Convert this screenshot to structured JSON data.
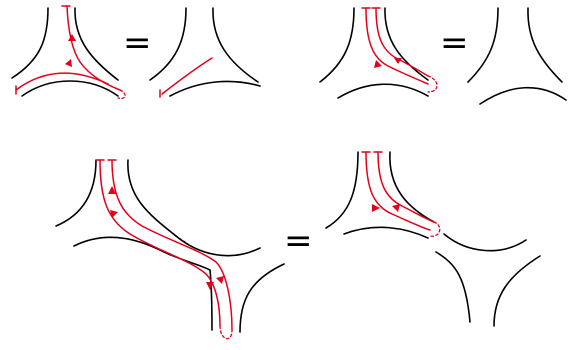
{
  "equations": [
    {
      "name": "top-left",
      "symbol": "="
    },
    {
      "name": "top-right",
      "symbol": "="
    },
    {
      "name": "bottom",
      "symbol": "="
    }
  ],
  "colors": {
    "strand": "#000000",
    "path": "#e3001b"
  }
}
